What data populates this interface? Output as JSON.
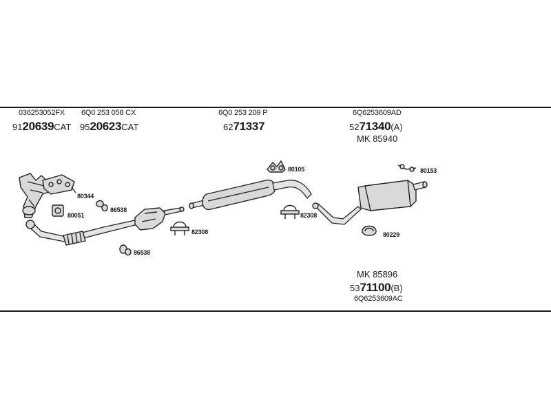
{
  "columns": [
    {
      "oem": "036253052FX",
      "prefix": "91",
      "bold": "20639",
      "suffix": "CAT"
    },
    {
      "oem": "6Q0 253 058 CX",
      "prefix": "95",
      "bold": "20623",
      "suffix": "CAT"
    },
    {
      "oem": "6Q0 253 209 P",
      "prefix": "62",
      "bold": "71337",
      "suffix": ""
    },
    {
      "oem": "6Q6253609AD",
      "prefix": "52",
      "bold": "71340",
      "suffix": "(A)",
      "mk": "MK  85940"
    }
  ],
  "bottom": {
    "mk": "MK  85896",
    "prefix": "53",
    "bold": "71100",
    "suffix": "(B)",
    "oem": "6Q6253609AC"
  },
  "parts": {
    "p80344": "80344",
    "p80051": "80051",
    "p86538a": "86538",
    "p86538b": "86538",
    "p82308a": "82308",
    "p82308b": "82308",
    "p80105": "80105",
    "p80153": "80153",
    "p80229": "80229"
  }
}
